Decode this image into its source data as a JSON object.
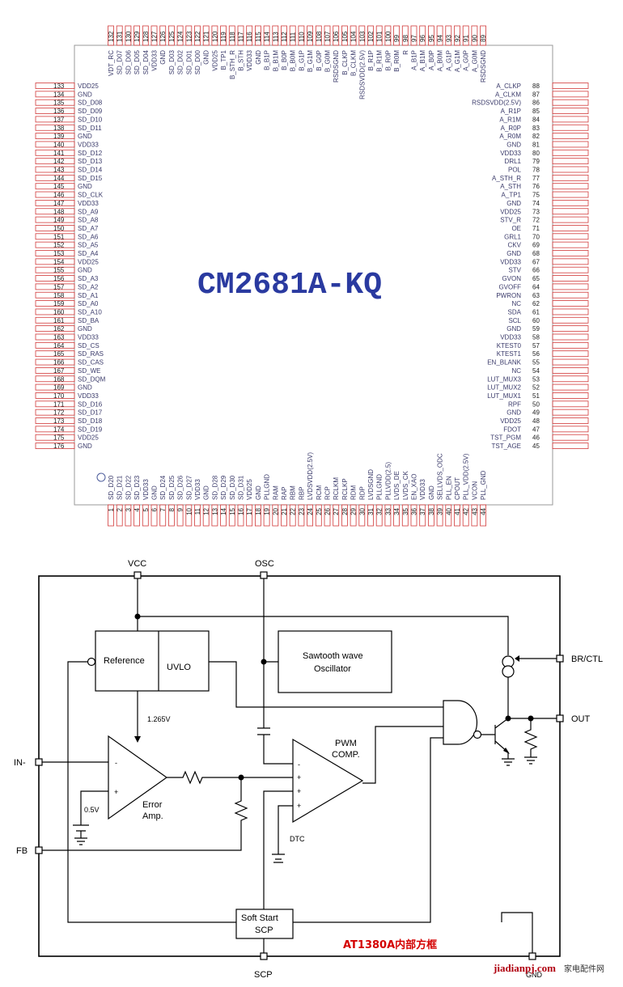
{
  "chip": {
    "part_number": "CM2681A-KQ",
    "left_pins": [
      [
        "133",
        "VDD25"
      ],
      [
        "134",
        "GND"
      ],
      [
        "135",
        "SD_D08"
      ],
      [
        "136",
        "SD_D09"
      ],
      [
        "137",
        "SD_D10"
      ],
      [
        "138",
        "SD_D11"
      ],
      [
        "139",
        "GND"
      ],
      [
        "140",
        "VDD33"
      ],
      [
        "141",
        "SD_D12"
      ],
      [
        "142",
        "SD_D13"
      ],
      [
        "143",
        "SD_D14"
      ],
      [
        "144",
        "SD_D15"
      ],
      [
        "145",
        "GND"
      ],
      [
        "146",
        "SD_CLK"
      ],
      [
        "147",
        "VDD33"
      ],
      [
        "148",
        "SD_A9"
      ],
      [
        "149",
        "SD_A8"
      ],
      [
        "150",
        "SD_A7"
      ],
      [
        "151",
        "SD_A6"
      ],
      [
        "152",
        "SD_A5"
      ],
      [
        "153",
        "SD_A4"
      ],
      [
        "154",
        "VDD25"
      ],
      [
        "155",
        "GND"
      ],
      [
        "156",
        "SD_A3"
      ],
      [
        "157",
        "SD_A2"
      ],
      [
        "158",
        "SD_A1"
      ],
      [
        "159",
        "SD_A0"
      ],
      [
        "160",
        "SD_A10"
      ],
      [
        "161",
        "SD_BA"
      ],
      [
        "162",
        "GND"
      ],
      [
        "163",
        "VDD33"
      ],
      [
        "164",
        "SD_CS"
      ],
      [
        "165",
        "SD_RAS"
      ],
      [
        "166",
        "SD_CAS"
      ],
      [
        "167",
        "SD_WE"
      ],
      [
        "168",
        "SD_DQM"
      ],
      [
        "169",
        "GND"
      ],
      [
        "170",
        "VDD33"
      ],
      [
        "171",
        "SD_D16"
      ],
      [
        "172",
        "SD_D17"
      ],
      [
        "173",
        "SD_D18"
      ],
      [
        "174",
        "SD_D19"
      ],
      [
        "175",
        "VDD25"
      ],
      [
        "176",
        "GND"
      ]
    ],
    "right_pins": [
      [
        "88",
        "A_CLKP"
      ],
      [
        "87",
        "A_CLKM"
      ],
      [
        "86",
        "RSDSVDD(2.5V)"
      ],
      [
        "85",
        "A_R1P"
      ],
      [
        "84",
        "A_R1M"
      ],
      [
        "83",
        "A_R0P"
      ],
      [
        "82",
        "A_R0M"
      ],
      [
        "81",
        "GND"
      ],
      [
        "80",
        "VDD33"
      ],
      [
        "79",
        "DRL1"
      ],
      [
        "78",
        "POL"
      ],
      [
        "77",
        "A_STH_R"
      ],
      [
        "76",
        "A_STH"
      ],
      [
        "75",
        "A_TP1"
      ],
      [
        "74",
        "GND"
      ],
      [
        "73",
        "VDD25"
      ],
      [
        "72",
        "STV_R"
      ],
      [
        "71",
        "OE"
      ],
      [
        "70",
        "GRL1"
      ],
      [
        "69",
        "CKV"
      ],
      [
        "68",
        "GND"
      ],
      [
        "67",
        "VDD33"
      ],
      [
        "66",
        "STV"
      ],
      [
        "65",
        "GVON"
      ],
      [
        "64",
        "GVOFF"
      ],
      [
        "63",
        "PWRON"
      ],
      [
        "62",
        "NC"
      ],
      [
        "61",
        "SDA"
      ],
      [
        "60",
        "SCL"
      ],
      [
        "59",
        "GND"
      ],
      [
        "58",
        "VDD33"
      ],
      [
        "57",
        "KTEST0"
      ],
      [
        "56",
        "KTEST1"
      ],
      [
        "55",
        "EN_BLANK"
      ],
      [
        "54",
        "NC"
      ],
      [
        "53",
        "LUT_MUX3"
      ],
      [
        "52",
        "LUT_MUX2"
      ],
      [
        "51",
        "LUT_MUX1"
      ],
      [
        "50",
        "RPF"
      ],
      [
        "49",
        "GND"
      ],
      [
        "48",
        "VDD25"
      ],
      [
        "47",
        "FDOT"
      ],
      [
        "46",
        "TST_PGM"
      ],
      [
        "45",
        "TST_AGE"
      ]
    ],
    "top_pins": [
      [
        "132",
        "VDT_RC"
      ],
      [
        "131",
        "SD_D07"
      ],
      [
        "130",
        "SD_D06"
      ],
      [
        "129",
        "SD_D05"
      ],
      [
        "128",
        "SD_D04"
      ],
      [
        "127",
        "VDD33"
      ],
      [
        "126",
        "GND"
      ],
      [
        "125",
        "SD_D03"
      ],
      [
        "124",
        "SD_D02"
      ],
      [
        "123",
        "SD_D01"
      ],
      [
        "122",
        "SD_D00"
      ],
      [
        "121",
        "GND"
      ],
      [
        "120",
        "VDD25"
      ],
      [
        "119",
        "B_TP1"
      ],
      [
        "118",
        "B_STH_R"
      ],
      [
        "117",
        "B_STH"
      ],
      [
        "116",
        "VDD33"
      ],
      [
        "115",
        "GND"
      ],
      [
        "114",
        "B_B1P"
      ],
      [
        "113",
        "B_B1M"
      ],
      [
        "112",
        "B_B0P"
      ],
      [
        "111",
        "B_B0M"
      ],
      [
        "110",
        "B_G1P"
      ],
      [
        "109",
        "B_G1M"
      ],
      [
        "108",
        "B_G0P"
      ],
      [
        "107",
        "B_G0M"
      ],
      [
        "106",
        "RSDSGND"
      ],
      [
        "105",
        "B_CLKP"
      ],
      [
        "104",
        "B_CLKM"
      ],
      [
        "103",
        "RSDSVDD(2.5V)"
      ],
      [
        "102",
        "B_R1P"
      ],
      [
        "101",
        "B_R1M"
      ],
      [
        "100",
        "B_R0P"
      ],
      [
        "99",
        "B_R0M"
      ],
      [
        "98",
        "R"
      ],
      [
        "97",
        "A_B1P"
      ],
      [
        "96",
        "A_B1M"
      ],
      [
        "95",
        "A_B0P"
      ],
      [
        "94",
        "A_B0M"
      ],
      [
        "93",
        "A_G1P"
      ],
      [
        "92",
        "A_G1M"
      ],
      [
        "91",
        "A_G0P"
      ],
      [
        "90",
        "A_G0M"
      ],
      [
        "89",
        "RSDSGND"
      ]
    ],
    "bottom_pins": [
      [
        "1",
        "SD_D20"
      ],
      [
        "2",
        "SD_D21"
      ],
      [
        "3",
        "SD_D22"
      ],
      [
        "4",
        "SD_D23"
      ],
      [
        "5",
        "VDD33"
      ],
      [
        "6",
        "GND"
      ],
      [
        "7",
        "SD_D24"
      ],
      [
        "8",
        "SD_D25"
      ],
      [
        "9",
        "SD_D26"
      ],
      [
        "10",
        "SD_D27"
      ],
      [
        "11",
        "VDD33"
      ],
      [
        "12",
        "GND"
      ],
      [
        "13",
        "SD_D28"
      ],
      [
        "14",
        "SD_D29"
      ],
      [
        "15",
        "SD_D30"
      ],
      [
        "16",
        "SD_D31"
      ],
      [
        "17",
        "VDD25"
      ],
      [
        "18",
        "GND"
      ],
      [
        "19",
        "PLLGND"
      ],
      [
        "20",
        "RAM"
      ],
      [
        "21",
        "RAP"
      ],
      [
        "22",
        "RBM"
      ],
      [
        "23",
        "RBP"
      ],
      [
        "24",
        "LVDSVDD(2.5V)"
      ],
      [
        "25",
        "RCM"
      ],
      [
        "26",
        "RCP"
      ],
      [
        "27",
        "RCLKM"
      ],
      [
        "28",
        "RCLKP"
      ],
      [
        "29",
        "RDM"
      ],
      [
        "30",
        "RDP"
      ],
      [
        "31",
        "LVDSGND"
      ],
      [
        "32",
        "PLLGND"
      ],
      [
        "33",
        "PLLVDD(2.5)"
      ],
      [
        "34",
        "LVDS_DE"
      ],
      [
        "35",
        "LVDS_CK"
      ],
      [
        "36",
        "EN_XAO"
      ],
      [
        "37",
        "VDD33"
      ],
      [
        "38",
        "GND"
      ],
      [
        "39",
        "SELLVDS_ODC"
      ],
      [
        "40",
        "PLL_EN"
      ],
      [
        "41",
        "CPOUT"
      ],
      [
        "42",
        "PLL_VDD(2.5V)"
      ],
      [
        "43",
        "VCON"
      ],
      [
        "44",
        "PLL_GND"
      ]
    ]
  },
  "circuit": {
    "pins": {
      "vcc": "VCC",
      "osc": "OSC",
      "br_ctl": "BR/CTL",
      "out": "OUT",
      "in_minus": "IN-",
      "fb": "FB",
      "scp": "SCP",
      "gnd": "GND"
    },
    "blocks": {
      "reference": "Reference",
      "uvlo": "UVLO",
      "sawtooth_line1": "Sawtooth wave",
      "sawtooth_line2": "Oscillator",
      "pwm_line1": "PWM",
      "pwm_line2": "COMP.",
      "error_line1": "Error",
      "error_line2": "Amp.",
      "softstart_line1": "Soft Start",
      "softstart_line2": "SCP"
    },
    "labels": {
      "vref": "1.265V",
      "v05": "0.5V",
      "dtc": "DTC",
      "minus": "-",
      "plus": "+"
    },
    "caption": "AT1380A内部方框",
    "watermark_site": "jiadianpj.com",
    "watermark_text": "家电配件网"
  }
}
